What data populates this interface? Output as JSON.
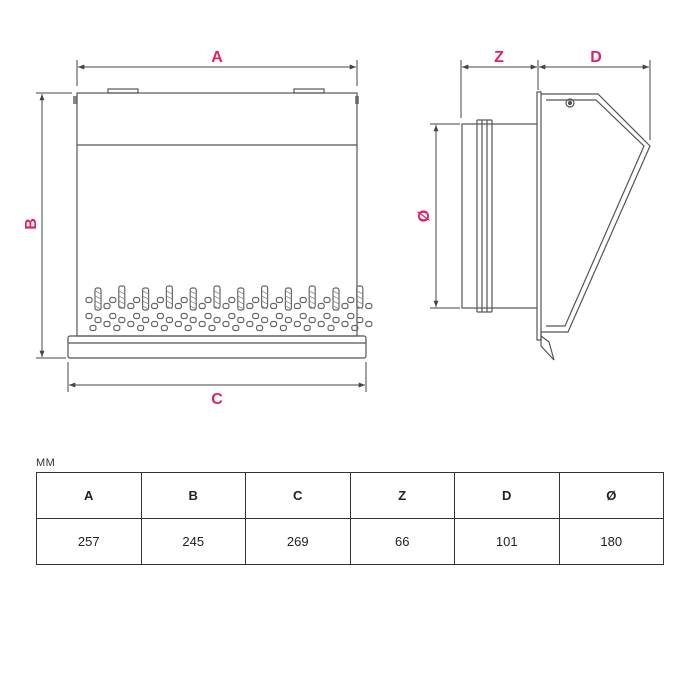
{
  "colors": {
    "label": "#e0206b",
    "line": "#444444",
    "bg": "#ffffff"
  },
  "drawing": {
    "front_view": {
      "labels": {
        "width": "A",
        "height": "B",
        "base_width": "C"
      }
    },
    "side_view": {
      "labels": {
        "depth_pipe": "Z",
        "depth_hood": "D",
        "diameter": "Ø"
      }
    }
  },
  "table": {
    "unit": "MM",
    "headers": [
      "A",
      "B",
      "C",
      "Z",
      "D",
      "Ø"
    ],
    "values": [
      "257",
      "245",
      "269",
      "66",
      "101",
      "180"
    ]
  }
}
